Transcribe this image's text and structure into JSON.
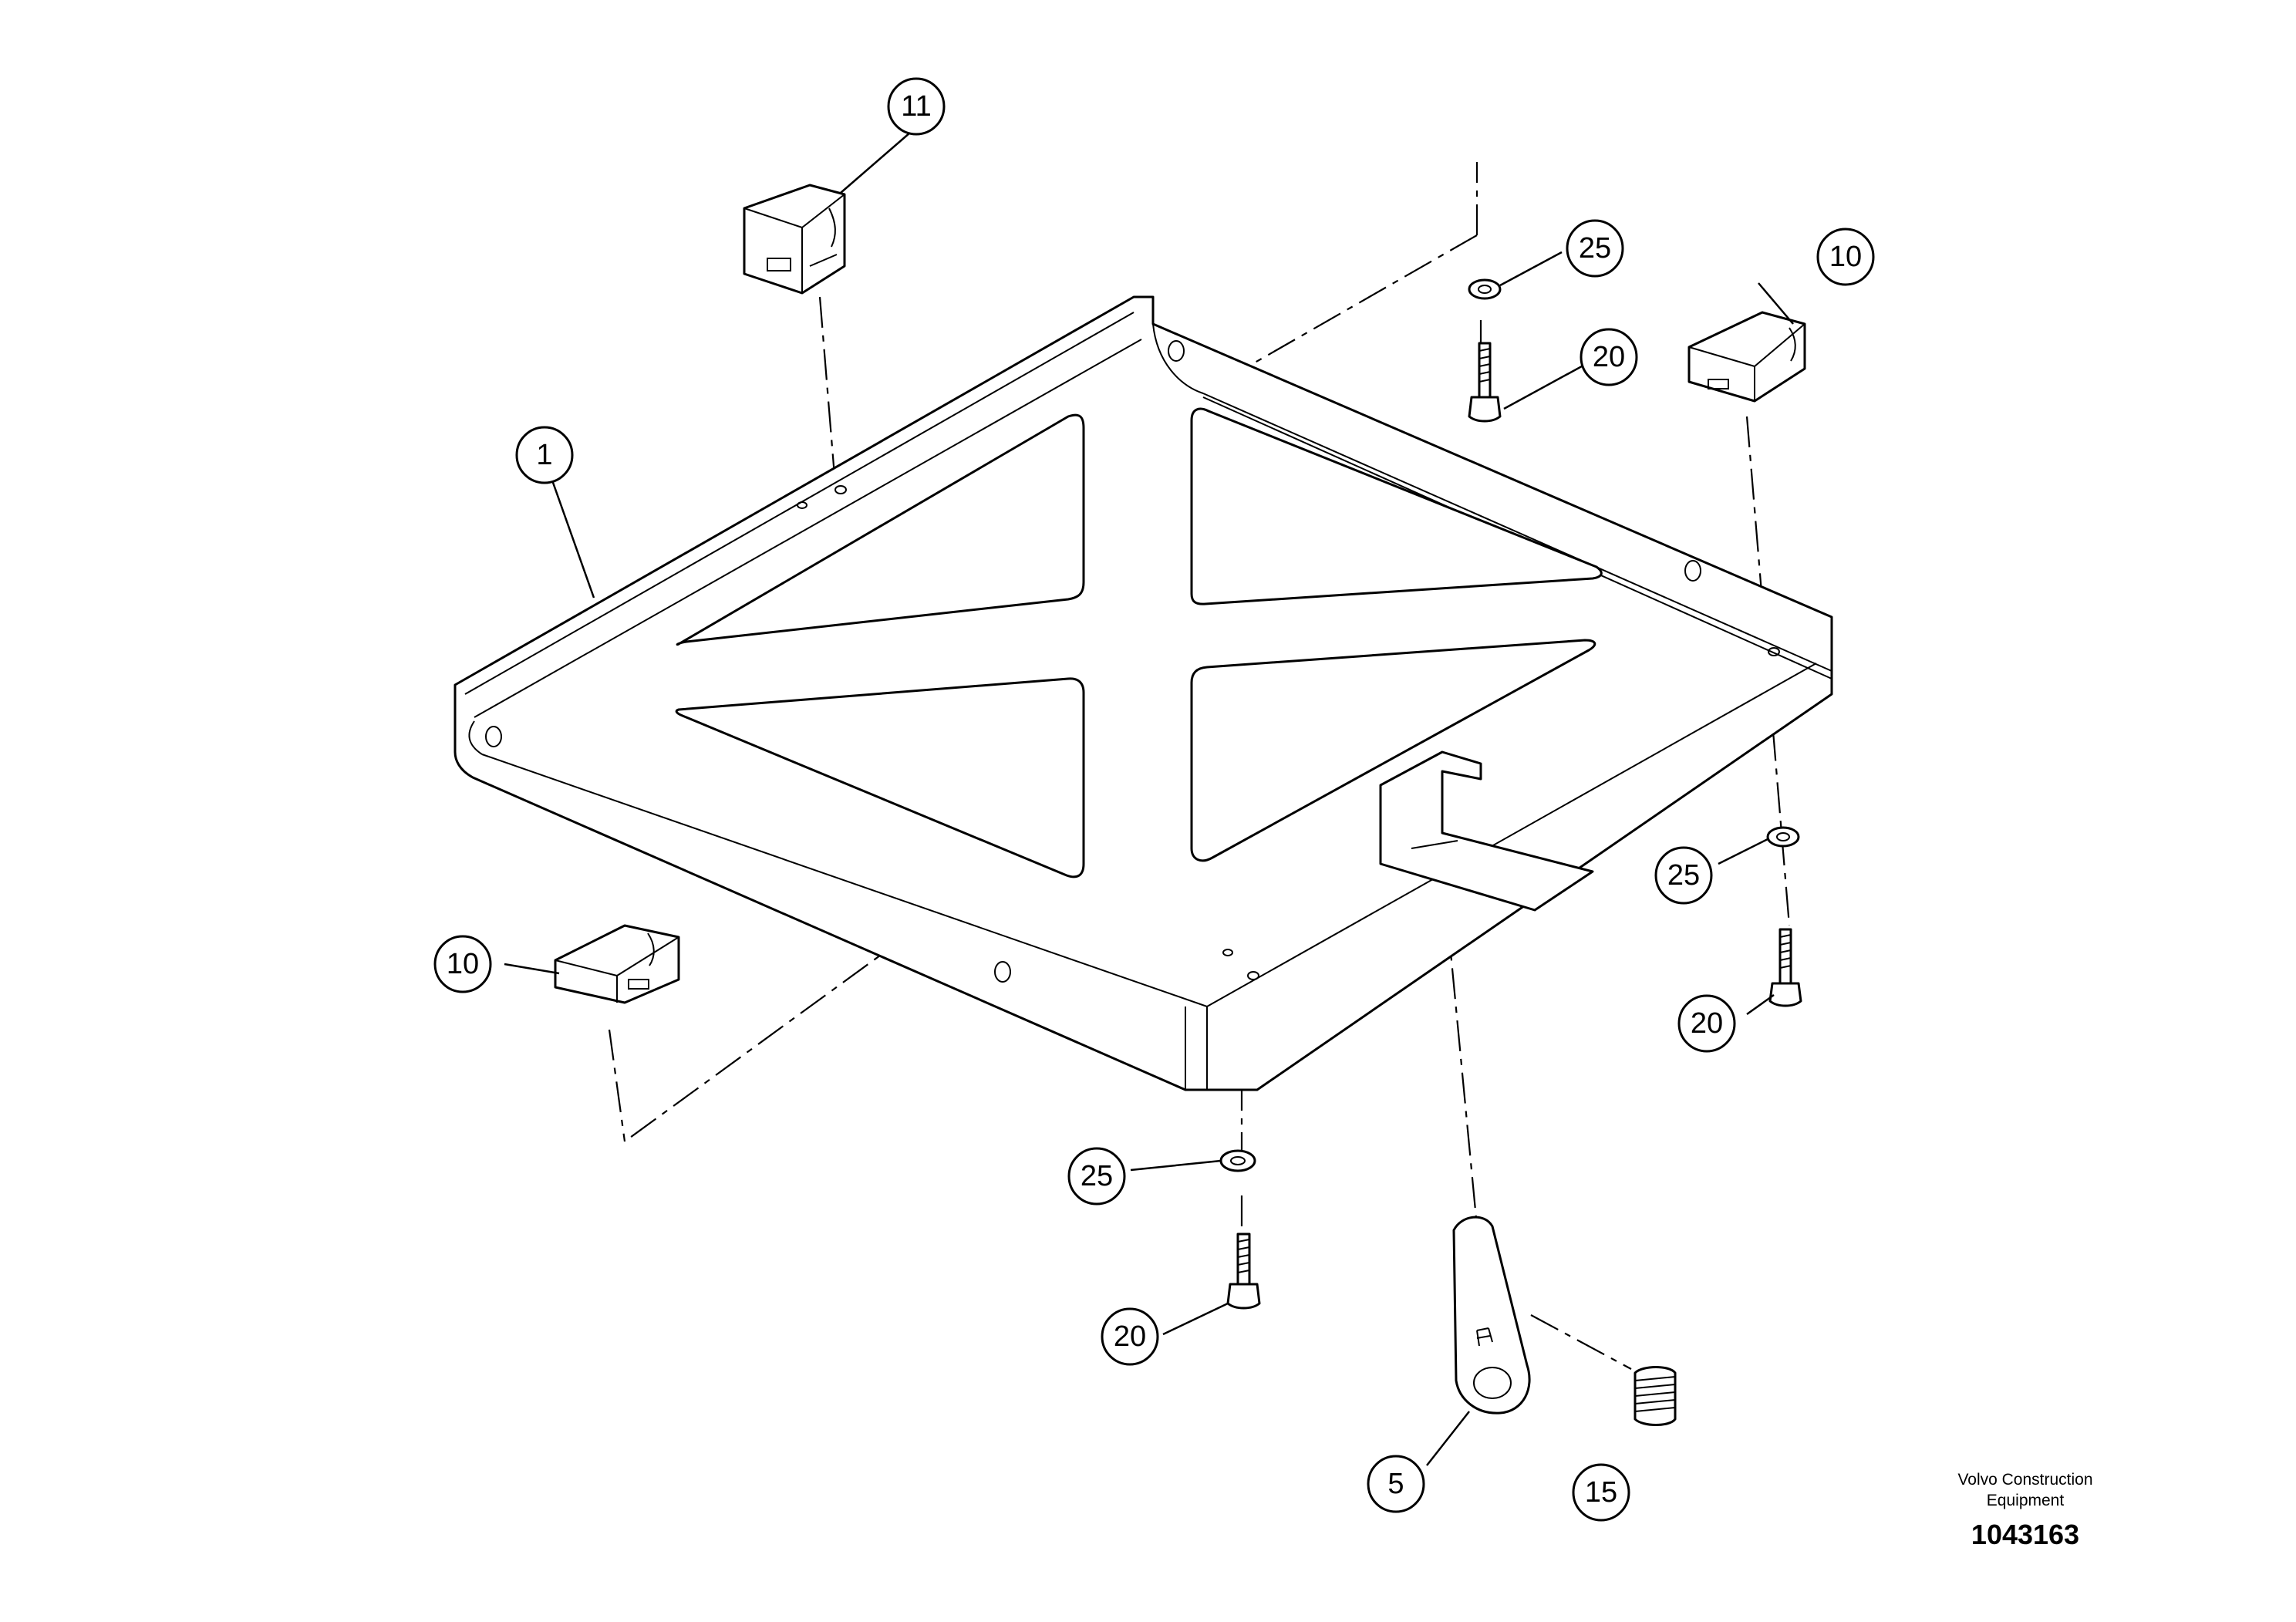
{
  "diagram": {
    "callouts": [
      {
        "id": "c-11",
        "label": "11"
      },
      {
        "id": "c-25-top",
        "label": "25"
      },
      {
        "id": "c-10-right",
        "label": "10"
      },
      {
        "id": "c-20-top",
        "label": "20"
      },
      {
        "id": "c-1",
        "label": "1"
      },
      {
        "id": "c-25-right",
        "label": "25"
      },
      {
        "id": "c-10-left",
        "label": "10"
      },
      {
        "id": "c-20-right",
        "label": "20"
      },
      {
        "id": "c-25-bottom",
        "label": "25"
      },
      {
        "id": "c-20-bottom",
        "label": "20"
      },
      {
        "id": "c-5",
        "label": "5"
      },
      {
        "id": "c-15",
        "label": "15"
      }
    ]
  },
  "footer": {
    "company_line1": "Volvo Construction",
    "company_line2": "Equipment",
    "doc_number": "1043163"
  }
}
